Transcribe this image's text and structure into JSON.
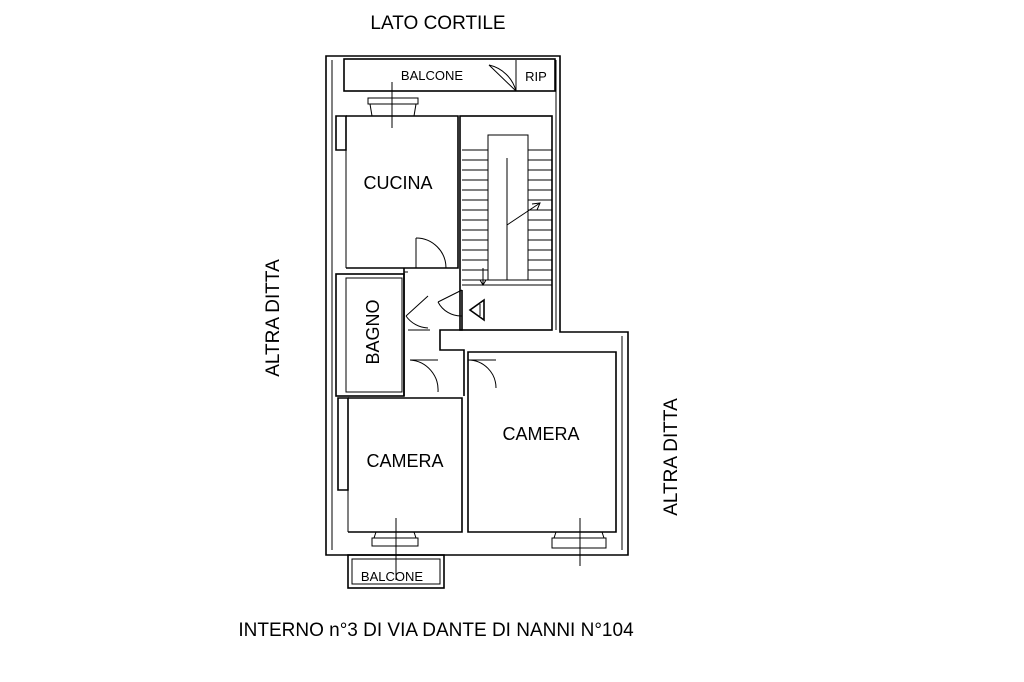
{
  "labels": {
    "top": "LATO CORTILE",
    "left_side": "ALTRA DITTA",
    "right_side": "ALTRA DITTA",
    "caption": "INTERNO n°3 DI VIA DANTE DI NANNI N°104"
  },
  "rooms": {
    "balcone_top": "BALCONE",
    "rip": "RIP",
    "cucina": "CUCINA",
    "bagno": "BAGNO",
    "camera_left": "CAMERA",
    "camera_right": "CAMERA",
    "balcone_bottom": "BALCONE"
  },
  "colors": {
    "ink": "#000000",
    "background": "#ffffff"
  }
}
